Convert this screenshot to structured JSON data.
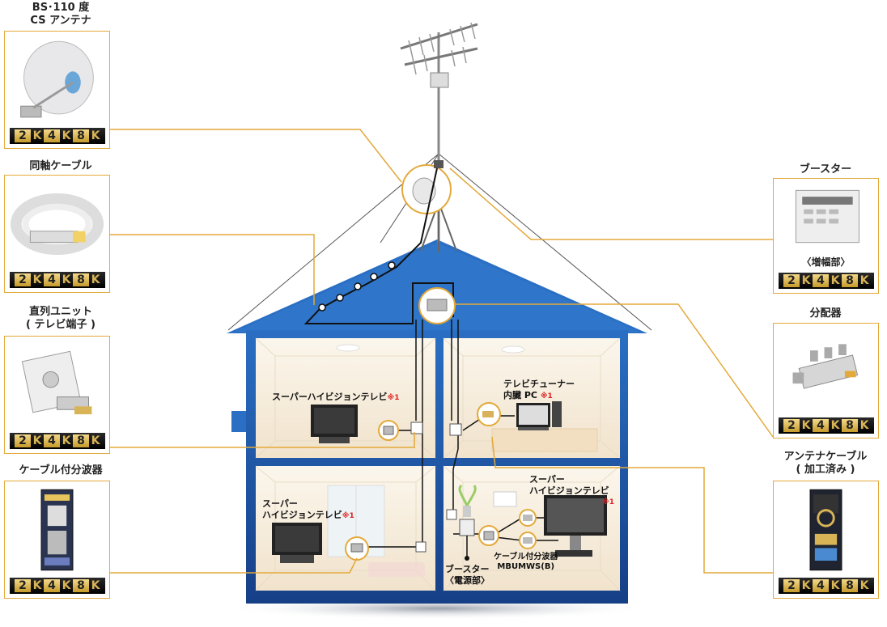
{
  "badge": {
    "parts": [
      "2",
      "K",
      "4",
      "K",
      "8",
      "K"
    ]
  },
  "cards": {
    "bs_antenna": {
      "title": "BS･110 度\nCS アンテナ"
    },
    "coax_cable": {
      "title": "同軸ケーブル"
    },
    "outlet_unit": {
      "title": "直列ユニット\n( テレビ端子 )"
    },
    "cable_splitter": {
      "title": "ケーブル付分波器"
    },
    "booster": {
      "title": "ブースター",
      "caption": "〈増幅部〉"
    },
    "splitter": {
      "title": "分配器"
    },
    "antenna_cable": {
      "title": "アンテナケーブル\n( 加工済み )"
    }
  },
  "house": {
    "tv_upstairs": "スーパーハイビジョンテレビ",
    "tv_upstairs_note": "※1",
    "pc_line1": "テレビチューナー",
    "pc_line2": "内臓 PC",
    "pc_note": "※1",
    "tv_downstairs_left_line1": "スーパー",
    "tv_downstairs_left_line2": "ハイビジョンテレビ",
    "tv_downstairs_left_note": "※1",
    "tv_downstairs_right_line1": "スーパー",
    "tv_downstairs_right_line2": "ハイビジョンテレビ",
    "tv_downstairs_right_note": "※1",
    "splitter_label_line1": "ケーブル付分波器",
    "splitter_label_line2": "MBUMWS(B)",
    "booster_power_line1": "ブースター",
    "booster_power_line2": "〈電源部〉"
  },
  "colors": {
    "accent": "#e3a93a",
    "house_blue": "#1f5fb0",
    "roof_blue": "#2a6fc4"
  }
}
